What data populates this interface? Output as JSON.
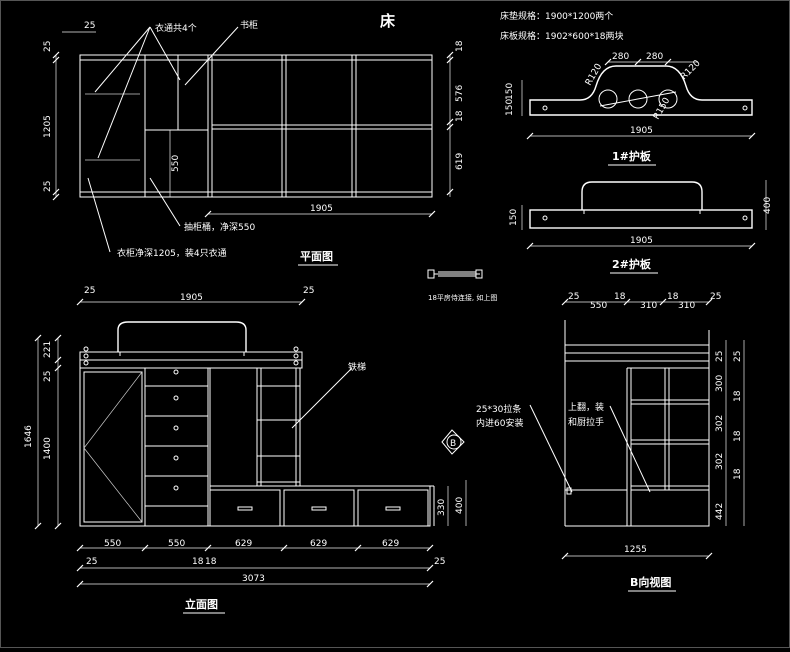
{
  "title": "床",
  "spec": {
    "mattress": "床垫规格：1900*1200两个",
    "board": "床板规格：1902*600*18两块"
  },
  "plan": {
    "title": "平面图",
    "callout_wardrobe": "衣通共4个",
    "callout_bookcase": "书柜",
    "callout_drawer": "抽柜桶，净深550",
    "callout_depth": "衣柜净深1205，装4只衣通",
    "dims": {
      "top_25": "25",
      "left_25_top": "25",
      "left_1205": "1205",
      "left_25_bot": "25",
      "inner_550": "550",
      "bottom_1905": "1905",
      "right_18_top": "18",
      "right_576": "576",
      "right_18_mid": "18",
      "right_619": "619"
    }
  },
  "guard1": {
    "title": "1#护板",
    "dims": {
      "d150a": "150",
      "d150b": "150",
      "r120a": "R120",
      "r120b": "R120",
      "r150": "R150",
      "d280a": "280",
      "d280b": "280",
      "d1905": "1905"
    }
  },
  "guard2": {
    "title": "2#护板",
    "dims": {
      "d150": "150",
      "d400": "400",
      "d1905": "1905"
    }
  },
  "bolt_note": "18平房侍连接, 如上图",
  "elevation": {
    "title": "立面图",
    "ladder_label": "铁梯",
    "dims": {
      "top_25a": "25",
      "top_1905": "1905",
      "top_25b": "25",
      "l221": "221",
      "l25": "25",
      "l1646": "1646",
      "l1400": "1400",
      "r330": "330",
      "r400": "400",
      "b550a": "550",
      "b550b": "550",
      "b629a": "629",
      "b629b": "629",
      "b629c": "629",
      "b25a": "25",
      "b18a": "18",
      "b18b": "18",
      "b25b": "25",
      "b3073": "3073"
    }
  },
  "section_mark": "B",
  "side": {
    "title": "B向视图",
    "callout_rail": "25*30拉条\n内进60安装",
    "callout_rail_l1": "25*30拉条",
    "callout_rail_l2": "内进60安装",
    "callout_flip_l1": "上翻，装",
    "callout_flip_l2": "和厨拉手",
    "dims": {
      "t25a": "25",
      "t550": "550",
      "t18a": "18",
      "t310a": "310",
      "t18b": "18",
      "t310b": "310",
      "t25b": "25",
      "r25a": "25",
      "r25b": "25",
      "r300": "300",
      "r18a": "18",
      "r302a": "302",
      "r18b": "18",
      "r302b": "302",
      "r18c": "18",
      "r442": "442",
      "b1255": "1255"
    }
  }
}
